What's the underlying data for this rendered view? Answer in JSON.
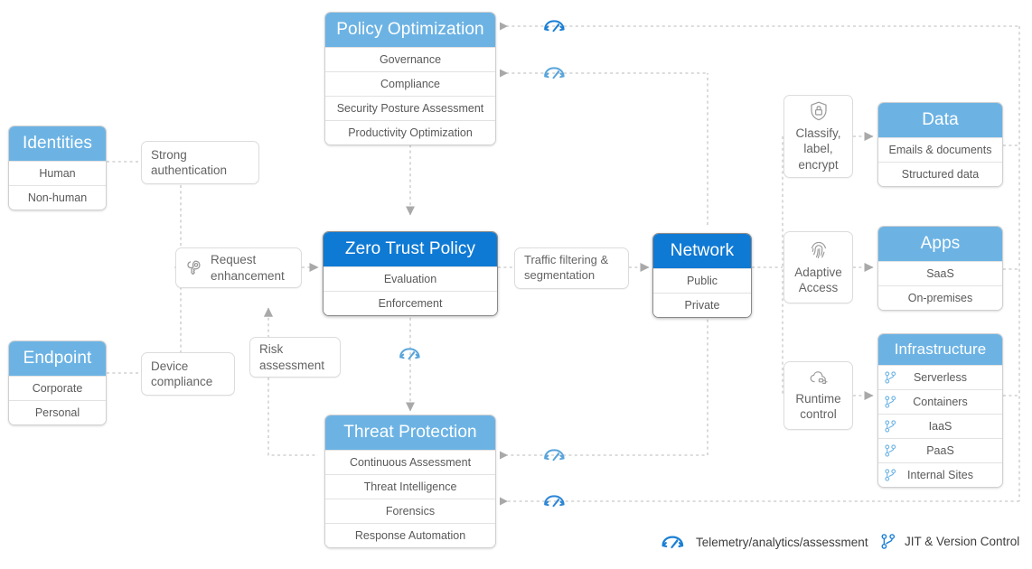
{
  "colors": {
    "header_light": "#6cb3e4",
    "header_dark": "#0f7ad4",
    "accent_telemetry": "#1a7fd4",
    "accent_telemetry_light": "#58a4db",
    "jit_icon": "#6cb3e4",
    "line": "#c8c8c8",
    "text": "#5a5a5a"
  },
  "cards": {
    "policy_optimization": {
      "title": "Policy Optimization",
      "rows": [
        "Governance",
        "Compliance",
        "Security Posture Assessment",
        "Productivity Optimization"
      ]
    },
    "identities": {
      "title": "Identities",
      "rows": [
        "Human",
        "Non-human"
      ]
    },
    "endpoint": {
      "title": "Endpoint",
      "rows": [
        "Corporate",
        "Personal"
      ]
    },
    "zero_trust_policy": {
      "title": "Zero Trust Policy",
      "rows": [
        "Evaluation",
        "Enforcement"
      ]
    },
    "network": {
      "title": "Network",
      "rows": [
        "Public",
        "Private"
      ]
    },
    "threat_protection": {
      "title": "Threat Protection",
      "rows": [
        "Continuous Assessment",
        "Threat Intelligence",
        "Forensics",
        "Response Automation"
      ]
    },
    "data": {
      "title": "Data",
      "rows": [
        "Emails & documents",
        "Structured data"
      ]
    },
    "apps": {
      "title": "Apps",
      "rows": [
        "SaaS",
        "On-premises"
      ]
    },
    "infrastructure": {
      "title": "Infrastructure",
      "rows": [
        "Serverless",
        "Containers",
        "IaaS",
        "PaaS",
        "Internal Sites"
      ]
    }
  },
  "pills": {
    "strong_authentication": "Strong\nauthentication",
    "strong_authentication_l1": "Strong",
    "strong_authentication_l2": "authentication",
    "device_compliance_l1": "Device",
    "device_compliance_l2": "compliance",
    "risk_assessment_l1": "Risk",
    "risk_assessment_l2": "assessment",
    "request_enhancement_l1": "Request",
    "request_enhancement_l2": "enhancement",
    "traffic_filtering_l1": "Traffic filtering &",
    "traffic_filtering_l2": "segmentation",
    "classify_l1": "Classify,",
    "classify_l2": "label,",
    "classify_l3": "encrypt",
    "adaptive_access_l1": "Adaptive",
    "adaptive_access_l2": "Access",
    "runtime_control_l1": "Runtime",
    "runtime_control_l2": "control"
  },
  "legend": {
    "telemetry_label": "Telemetry/analytics/assessment",
    "jit_label": "JIT & Version Control",
    "telemetry_icon": "gauge-icon",
    "jit_icon": "branch-icon"
  },
  "icons": {
    "key": "key-icon",
    "shield_lock": "shield-lock-icon",
    "fingerprint": "fingerprint-icon",
    "cloud_runtime": "cloud-runtime-icon",
    "gauge": "gauge-icon",
    "branch": "branch-icon"
  }
}
